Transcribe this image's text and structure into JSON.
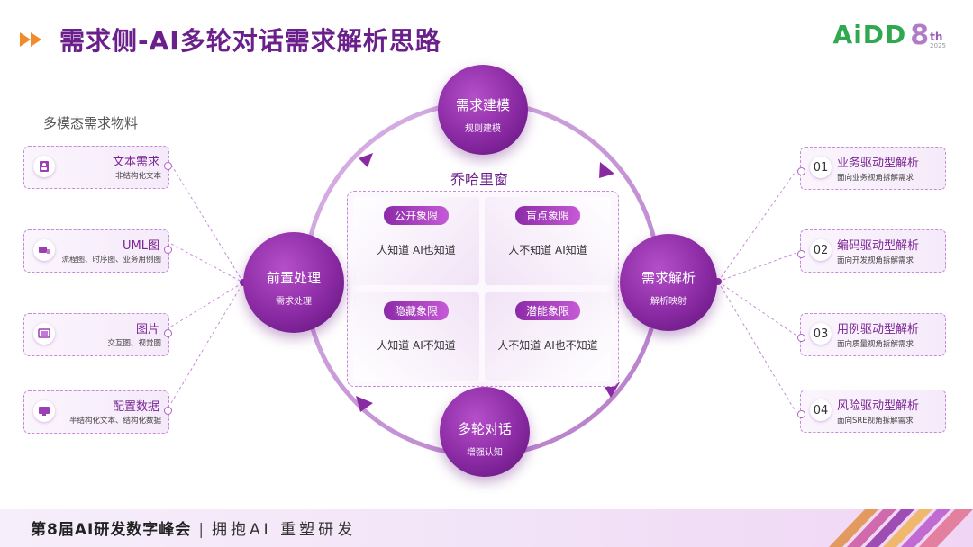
{
  "title": "需求侧-AI多轮对话需求解析思路",
  "logo": {
    "brand": "AiDD",
    "edition": "8",
    "suffix": "th",
    "year": "2025"
  },
  "left_section_label": "多模态需求物料",
  "left_items": [
    {
      "title": "文本需求",
      "desc": "非结构化文本",
      "icon": "person-doc-icon"
    },
    {
      "title": "UML图",
      "desc": "流程图、时序图、业务用例图",
      "icon": "diagram-icon"
    },
    {
      "title": "图片",
      "desc": "交互图、视觉图",
      "icon": "image-icon"
    },
    {
      "title": "配置数据",
      "desc": "半结构化文本、结构化数据",
      "icon": "monitor-icon"
    }
  ],
  "right_items": [
    {
      "num": "01",
      "title": "业务驱动型解析",
      "desc": "面向业务视角拆解需求"
    },
    {
      "num": "02",
      "title": "编码驱动型解析",
      "desc": "面向开发视角拆解需求"
    },
    {
      "num": "03",
      "title": "用例驱动型解析",
      "desc": "面向质量视角拆解需求"
    },
    {
      "num": "04",
      "title": "风险驱动型解析",
      "desc": "面向SRE视角拆解需求"
    }
  ],
  "cycle_nodes": {
    "top": {
      "title": "需求建模",
      "sub": "规则建模"
    },
    "right": {
      "title": "需求解析",
      "sub": "解析映射"
    },
    "bottom": {
      "title": "多轮对话",
      "sub": "增强认知"
    },
    "left": {
      "title": "前置处理",
      "sub": "需求处理"
    }
  },
  "johari": {
    "label": "乔哈里窗",
    "quadrants": [
      {
        "tag": "公开象限",
        "text": "人知道 AI也知道"
      },
      {
        "tag": "盲点象限",
        "text": "人不知道 AI知道"
      },
      {
        "tag": "隐藏象限",
        "text": "人知道 AI不知道"
      },
      {
        "tag": "潜能象限",
        "text": "人不知道 AI也不知道"
      }
    ]
  },
  "footer": {
    "event": "第8届AI研发数字峰会",
    "separator": "|",
    "slogan": "拥抱AI 重塑研发"
  },
  "colors": {
    "primary": "#7a2592",
    "accent": "#b54fc9",
    "logo_green": "#2fa84f",
    "logo_blue": "#1e7fd0"
  }
}
